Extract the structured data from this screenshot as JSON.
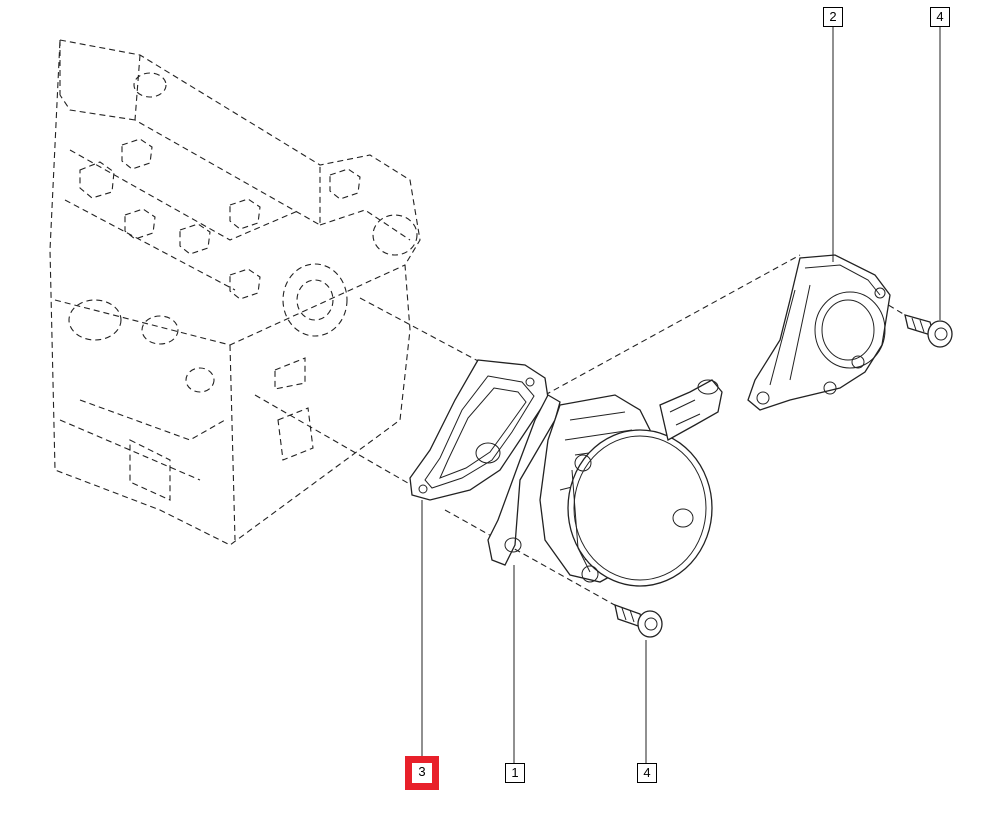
{
  "callouts": [
    {
      "id": "c3",
      "label": "3",
      "highlighted": true
    },
    {
      "id": "c1",
      "label": "1",
      "highlighted": false
    },
    {
      "id": "c4b",
      "label": "4",
      "highlighted": false
    },
    {
      "id": "c2",
      "label": "2",
      "highlighted": false
    },
    {
      "id": "c4t",
      "label": "4",
      "highlighted": false
    }
  ],
  "colors": {
    "highlight": "#e8202a",
    "line": "#222222"
  }
}
